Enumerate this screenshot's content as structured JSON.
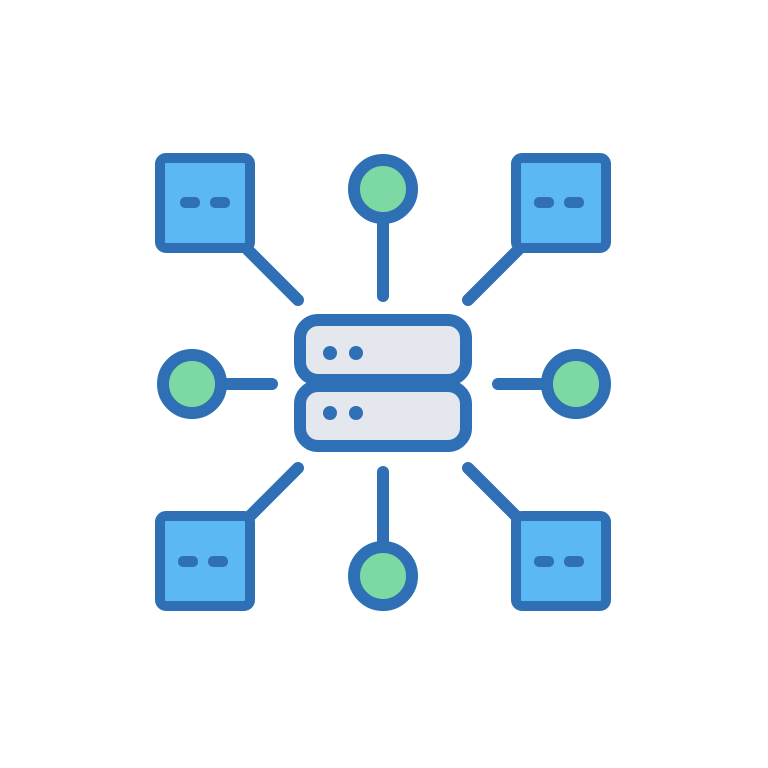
{
  "illustration": {
    "icon_name": "server-network-icon",
    "colors": {
      "outline": "#2f6fb5",
      "client_fill": "#5bb8f5",
      "node_fill": "#7dd9a3",
      "server_fill": "#e4e8ee",
      "background": "#ffffff"
    },
    "server": {
      "unit_count": 2,
      "indicator_dots_per_unit": 2
    },
    "client_count": 4,
    "endpoint_count": 4
  }
}
